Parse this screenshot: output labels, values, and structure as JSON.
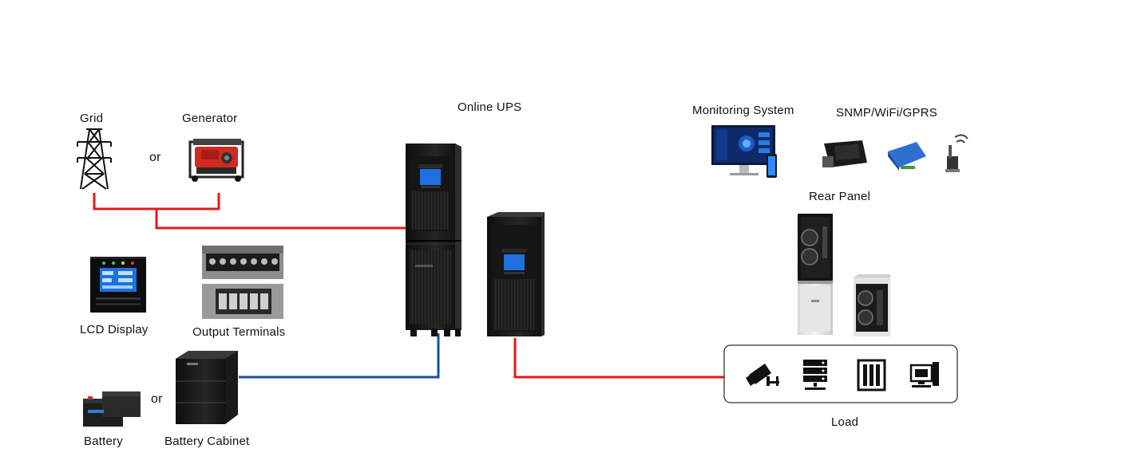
{
  "labels": {
    "grid": "Grid",
    "generator": "Generator",
    "or_source": "or",
    "online_ups": "Online UPS",
    "monitoring_system": "Monitoring System",
    "snmp": "SNMP/WiFi/GPRS",
    "rear_panel": "Rear Panel",
    "lcd_display": "LCD Display",
    "output_terminals": "Output Terminals",
    "or_battery": "or",
    "battery": "Battery",
    "battery_cabinet": "Battery Cabinet",
    "load": "Load"
  },
  "colors": {
    "ac_line": "#e01b1b",
    "dc_line": "#1f4ea3",
    "cabinet": "#1b1b1b",
    "screen": "#1e6fe0",
    "generator_red": "#d12a1f"
  },
  "icons": {
    "grid": "transmission-tower-icon",
    "generator": "generator-icon",
    "load_items": [
      "cctv-camera-icon",
      "server-stack-icon",
      "server-rack-icon",
      "desktop-computer-icon"
    ],
    "snmp_items": [
      "snmp-card-icon",
      "wifi-module-icon",
      "gprs-antenna-icon"
    ]
  }
}
